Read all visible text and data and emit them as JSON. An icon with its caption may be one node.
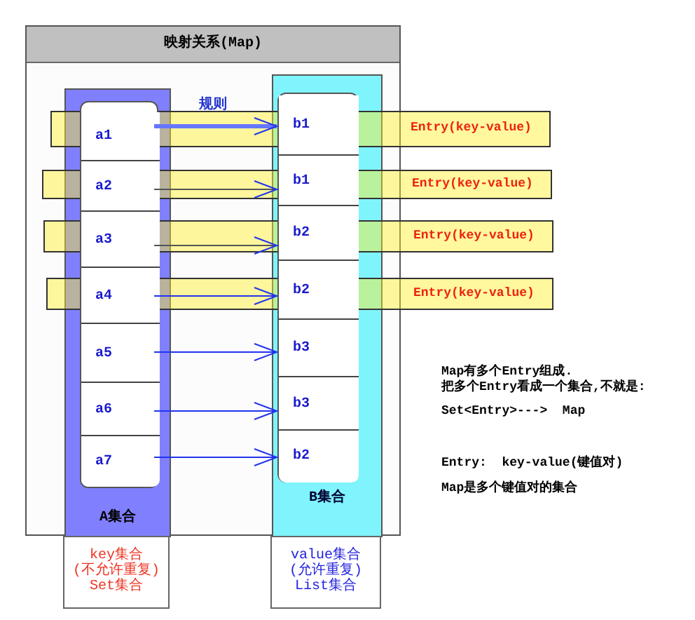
{
  "diagram": {
    "nodes": [
      {
        "text": [
          "映射关系(Map)"
        ]
      },
      {
        "text": [
          "A集合"
        ],
        "in": 0
      },
      {
        "text": [
          "a1"
        ],
        "in": 1
      },
      {
        "text": [
          "a2"
        ],
        "in": 1
      },
      {
        "text": [
          "a3"
        ],
        "in": 1
      },
      {
        "text": [
          "a4"
        ],
        "in": 1
      },
      {
        "text": [
          "a5"
        ],
        "in": 1
      },
      {
        "text": [
          "a6"
        ],
        "in": 1
      },
      {
        "text": [
          "a7"
        ],
        "in": 1
      },
      {
        "text": [
          "key集合",
          "(不允许重复)",
          "Set集合"
        ]
      },
      {
        "text": [
          "B集合"
        ],
        "in": 0
      },
      {
        "text": [
          "b1"
        ],
        "in": 10
      },
      {
        "text": [
          "b1"
        ],
        "in": 10
      },
      {
        "text": [
          "b2"
        ],
        "in": 10
      },
      {
        "text": [
          "b2"
        ],
        "in": 10
      },
      {
        "text": [
          "b3"
        ],
        "in": 10
      },
      {
        "text": [
          "b3"
        ],
        "in": 10
      },
      {
        "text": [
          "b2"
        ],
        "in": 10
      },
      {
        "text": [
          "value集合",
          "(允许重复)",
          "List集合"
        ]
      }
    ],
    "edges": [
      {
        "from": 2,
        "to": 11,
        "arrow": "to",
        "label": "规则",
        "style": "thick"
      },
      {
        "from": 3,
        "to": 12,
        "arrow": "to",
        "color": "#555555"
      },
      {
        "from": 4,
        "to": 13,
        "arrow": "to",
        "color": "#555555"
      },
      {
        "from": 5,
        "to": 14,
        "arrow": "to"
      },
      {
        "from": 6,
        "to": 15,
        "arrow": "to"
      },
      {
        "from": 7,
        "to": 16,
        "arrow": "to"
      },
      {
        "from": 8,
        "to": 17,
        "arrow": "to"
      }
    ],
    "labels": [
      "Entry(key-value)",
      "Entry(key-value)",
      "Entry(key-value)",
      "Entry(key-value)",
      "Map有多个Entry组成.",
      "把多个Entry看成一个集合,不就是:",
      "Set<Entry>--->  Map",
      "Entry:  key-value(键值对)",
      "Map是多个键值对的集合"
    ]
  }
}
